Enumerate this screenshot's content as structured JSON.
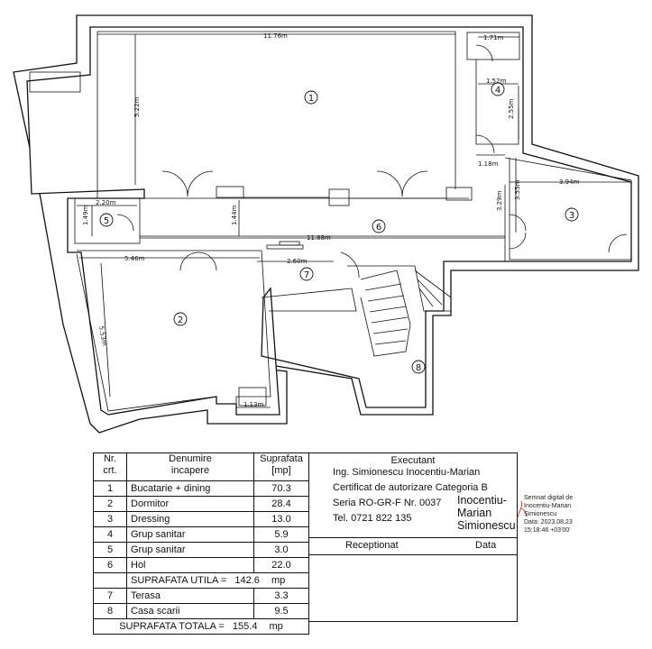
{
  "plan": {
    "dimensions": [
      "11.76m",
      "5.22m",
      "1.71m",
      "1.52m",
      "2.55m",
      "1.18m",
      "3.94m",
      "3.55m",
      "3.29m",
      "2.20m",
      "1.49m",
      "1.44m",
      "11.88m",
      "5.46m",
      "2.60m",
      "5.53m",
      "1.13m"
    ],
    "rooms": [
      "1",
      "2",
      "3",
      "4",
      "5",
      "6",
      "7",
      "8"
    ]
  },
  "table": {
    "headers": [
      "Nr.\ncrt.",
      "Denumire\nincapere",
      "Suprafata\n[mp]"
    ],
    "rows": [
      {
        "nr": "1",
        "name": "Bucatarie + dining",
        "area": "70.3"
      },
      {
        "nr": "2",
        "name": "Dormitor",
        "area": "28.4"
      },
      {
        "nr": "3",
        "name": "Dressing",
        "area": "13.0"
      },
      {
        "nr": "4",
        "name": "Grup sanitar",
        "area": "5.9"
      },
      {
        "nr": "5",
        "name": "Grup sanitar",
        "area": "3.0"
      },
      {
        "nr": "6",
        "name": "Hol",
        "area": "22.0"
      }
    ],
    "utila_label": "SUPRAFATA UTILA =",
    "utila_value": "142.6",
    "unit": "mp",
    "extra_rows": [
      {
        "nr": "7",
        "name": "Terasa",
        "area": "3.3"
      },
      {
        "nr": "8",
        "name": "Casa scarii",
        "area": "9.5"
      }
    ],
    "totala_label": "SUPRAFATA TOTALA =",
    "totala_value": "155.4"
  },
  "executant": {
    "title": "Executant",
    "name": "Ing. Simionescu Inocentiu-Marian",
    "cert": "Certificat de autorizare Categoria B",
    "serie": "Seria RO-GR-F Nr. 0037",
    "tel": "Tel. 0721 822 135",
    "signer": [
      "Inocentiu-",
      "Marian",
      "Simionescu"
    ],
    "receptionat": "Receptionat",
    "data": "Data"
  },
  "digital_signature": [
    "Semnat digital de",
    "Inocentiu-Marian",
    "Simionescu",
    "Data: 2023.08.23",
    "15:18:46 +03'00'"
  ]
}
